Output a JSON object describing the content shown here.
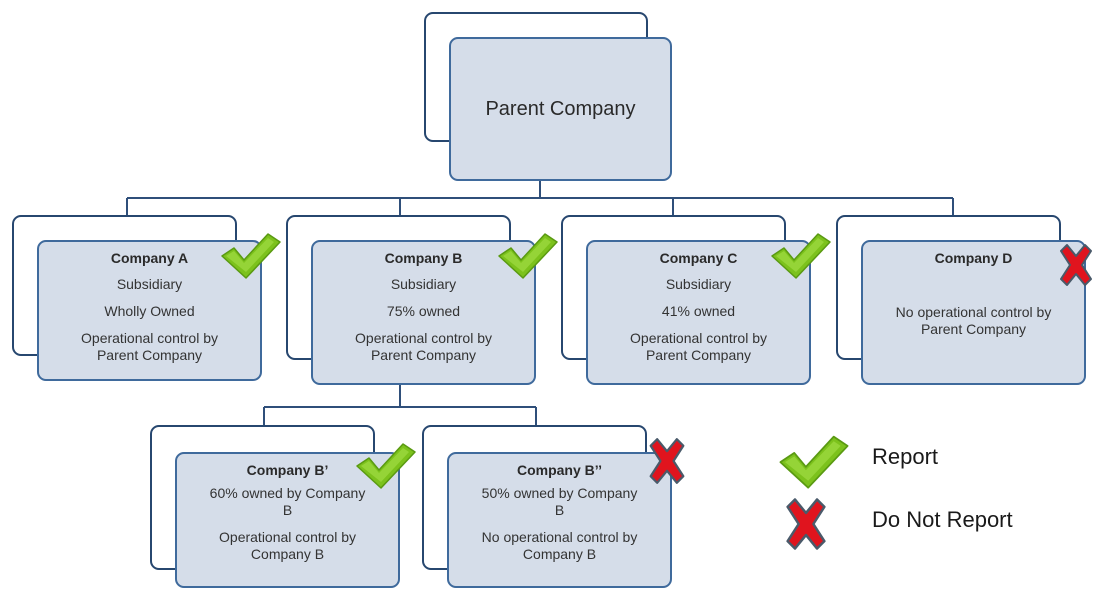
{
  "parent": {
    "label": "Parent Company"
  },
  "companies": {
    "a": {
      "title": "Company A",
      "lines": [
        "Subsidiary",
        "Wholly Owned",
        "Operational control by",
        "Parent Company"
      ],
      "status": "report"
    },
    "b": {
      "title": "Company B",
      "lines": [
        "Subsidiary",
        "75% owned",
        "Operational control by",
        "Parent Company"
      ],
      "status": "report"
    },
    "c": {
      "title": "Company C",
      "lines": [
        "Subsidiary",
        "41% owned",
        "Operational control by",
        "Parent Company"
      ],
      "status": "report"
    },
    "d": {
      "title": "Company D",
      "lines": [
        "No operational control by",
        "Parent Company"
      ],
      "status": "do-not-report"
    },
    "b1": {
      "title": "Company B’",
      "lines": [
        "60% owned by Company",
        "B",
        "Operational control by",
        "Company B"
      ],
      "status": "report"
    },
    "b2": {
      "title": "Company B’’",
      "lines": [
        "50% owned by Company",
        "B",
        "No operational control by",
        "Company B"
      ],
      "status": "do-not-report"
    }
  },
  "legend": {
    "report_label": "Report",
    "do_not_report_label": "Do Not Report"
  },
  "icons": {
    "report": "checkmark-icon",
    "do_not_report": "x-mark-icon"
  },
  "colors": {
    "node_fill": "#d5dde9",
    "node_border": "#3f6a9c",
    "back_border": "#27476f",
    "connector": "#2f4f7a",
    "check_green": "#7cc21c",
    "x_red": "#e0141e"
  }
}
